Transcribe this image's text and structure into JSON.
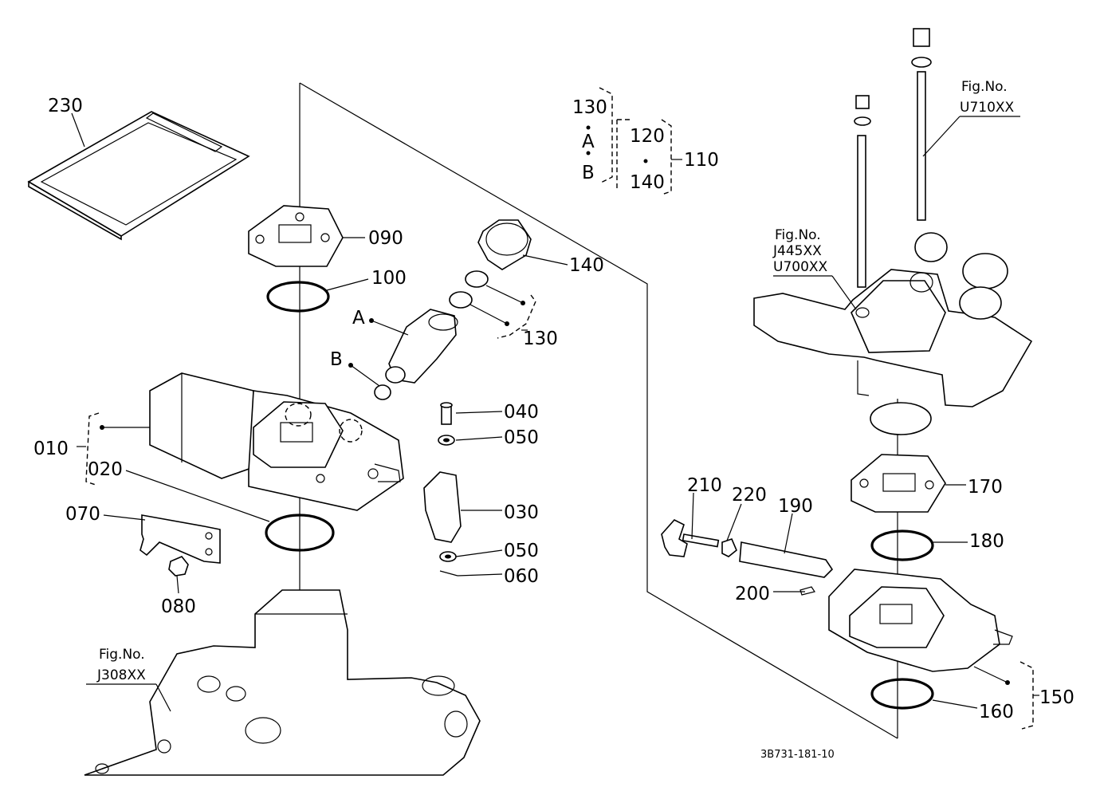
{
  "diagram": {
    "labels": {
      "p230": "230",
      "p090": "090",
      "p100": "100",
      "p140": "140",
      "p130": "130",
      "pA": "A",
      "pB": "B",
      "p010": "010",
      "p020": "020",
      "p040": "040",
      "p050a": "050",
      "p030": "030",
      "p050b": "050",
      "p060": "060",
      "p070": "070",
      "p080": "080",
      "p210": "210",
      "p220": "220",
      "p190": "190",
      "p170": "170",
      "p180": "180",
      "p200": "200",
      "p150": "150",
      "p160": "160"
    },
    "set_legend": {
      "l130": "130",
      "lA": "A",
      "lB": "B",
      "l120": "120",
      "l140": "140",
      "l110": "110"
    },
    "fig_refs": {
      "j308_fig": "Fig.No.",
      "j308_no": "J308XX",
      "u710_fig": "Fig.No.",
      "u710_no": "U710XX",
      "j445_fig": "Fig.No.",
      "j445_no": "J445XX",
      "u700_no": "U700XX"
    },
    "footer_code": "3B731-181-10"
  }
}
